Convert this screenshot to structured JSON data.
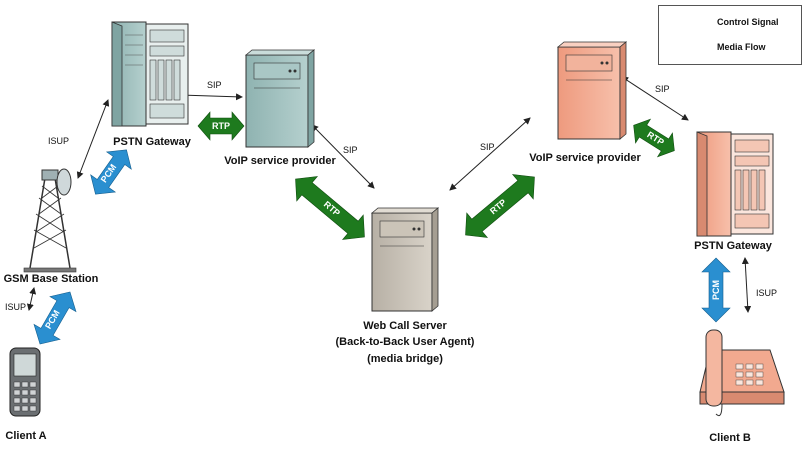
{
  "legend": {
    "control_signal": "Control Signal",
    "media_flow": "Media Flow"
  },
  "nodes": {
    "pstn_gateway_left": "PSTN Gateway",
    "voip_left": "VoIP service provider",
    "gsm_base_station": "GSM Base Station",
    "client_a": "Client A",
    "web_call_server_line1": "Web Call Server",
    "web_call_server_line2": "(Back-to-Back User Agent)",
    "web_call_server_line3": "(media bridge)",
    "voip_right": "VoIP service provider",
    "pstn_gateway_right": "PSTN Gateway",
    "client_b": "Client B"
  },
  "links": {
    "sip": "SIP",
    "rtp": "RTP",
    "isup": "ISUP",
    "pcm": "PCM"
  },
  "colors": {
    "teal_equipment": "#9ebfbd",
    "salmon_equipment": "#f2a98f",
    "grey_equipment": "#c6bfb4",
    "rtp_green": "#1e7a1e",
    "pcm_blue": "#2a8fd0"
  }
}
